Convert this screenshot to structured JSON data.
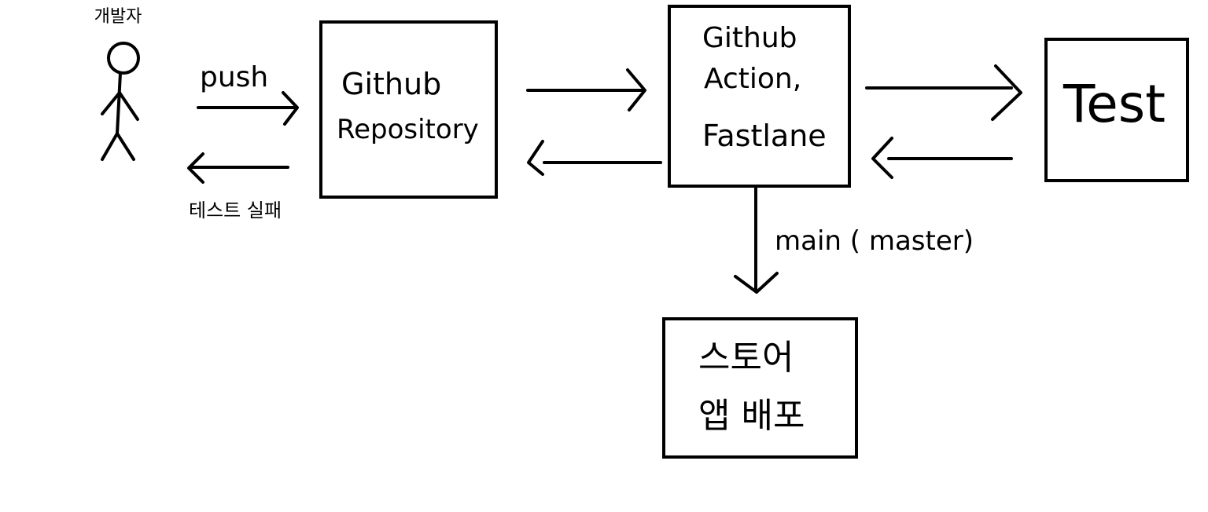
{
  "actor": {
    "label": "개발자"
  },
  "edges": {
    "push_label": "push",
    "fail_label": "테스트 실패",
    "deploy_label": "main ( master)"
  },
  "nodes": {
    "repository": {
      "line1": "Github",
      "line2": "Repository"
    },
    "actions": {
      "line1": "Github",
      "line2": "Action,",
      "line3": "Fastlane"
    },
    "test": {
      "label": "Test"
    },
    "store": {
      "line1": "스토어",
      "line2": "앱 배포"
    }
  }
}
